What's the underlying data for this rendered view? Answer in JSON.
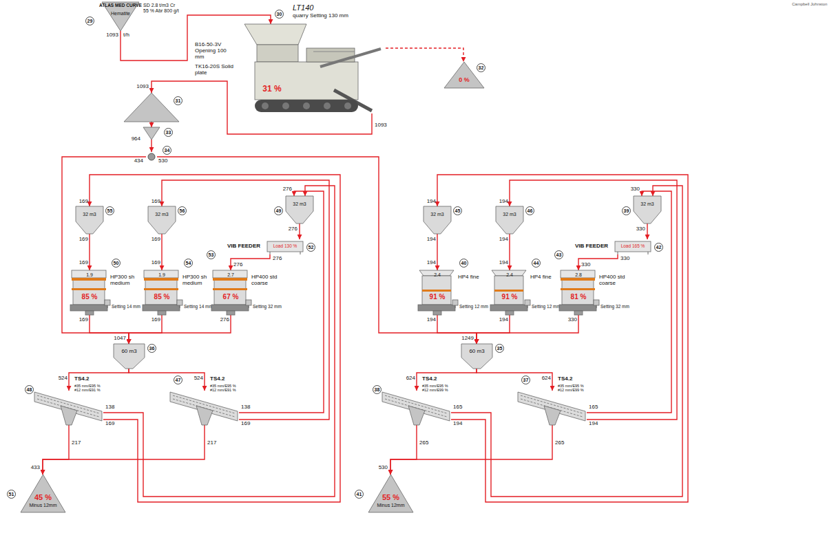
{
  "diagram": {
    "nodes": [
      {
        "text": [
          "ATLAS MED CURVE",
          "SD 2.8 t/m3 Cr 55 % Abr 800 g/t",
          "Hematite"
        ]
      },
      {
        "text": [
          "LT140",
          "quarry Setting 130 mm",
          "B16-50-3V Opening 100 mm",
          "TK16-20S Solid plate",
          "31 %"
        ]
      },
      {
        "text": [
          "0 %"
        ]
      },
      {
        "text": [
          "1093"
        ]
      },
      {
        "text": [
          "964"
        ]
      },
      {
        "text": [
          "434",
          "530"
        ]
      },
      {
        "text": [
          "32 m3"
        ]
      },
      {
        "text": [
          "32 m3"
        ]
      },
      {
        "text": [
          "32 m3"
        ]
      },
      {
        "text": [
          "VIB FEEDER",
          "Load 130 %"
        ]
      },
      {
        "text": [
          "HP300 sh medium",
          "1.9",
          "85 %",
          "Setting 14 mm"
        ]
      },
      {
        "text": [
          "HP300 sh medium",
          "1.9",
          "85 %",
          "Setting 14 mm"
        ]
      },
      {
        "text": [
          "HP400 std coarse",
          "2.7",
          "67 %",
          "Setting 32 mm"
        ]
      },
      {
        "text": [
          "60 m3"
        ]
      },
      {
        "text": [
          "TS4.2",
          "#35 mm/E95 %",
          "#12 mm/E91 %"
        ]
      },
      {
        "text": [
          "TS4.2",
          "#35 mm/E95 %",
          "#12 mm/E91 %"
        ]
      },
      {
        "text": [
          "45 %",
          "Minus 12mm"
        ]
      },
      {
        "text": [
          "32 m3"
        ]
      },
      {
        "text": [
          "32 m3"
        ]
      },
      {
        "text": [
          "32 m3"
        ]
      },
      {
        "text": [
          "VIB FEEDER",
          "Load 165 %"
        ]
      },
      {
        "text": [
          "HP4 fine",
          "2.4",
          "91 %",
          "Setting 12 mm"
        ]
      },
      {
        "text": [
          "HP4 fine",
          "2.4",
          "91 %",
          "Setting 12 mm"
        ]
      },
      {
        "text": [
          "HP400 std coarse",
          "2.8",
          "81 %",
          "Setting 32 mm"
        ]
      },
      {
        "text": [
          "60 m3"
        ]
      },
      {
        "text": [
          "TS4.2",
          "#35 mm/E95 %",
          "#12 mm/E99 %"
        ]
      },
      {
        "text": [
          "TS4.2",
          "#35 mm/E95 %",
          "#12 mm/E99 %"
        ]
      },
      {
        "text": [
          "55 %",
          "Minus 12mm"
        ]
      }
    ],
    "edges": [
      {
        "from": 0,
        "to": 1,
        "arrow": "to"
      },
      {
        "from": 1,
        "to": 2,
        "arrow": "to"
      },
      {
        "from": 1,
        "to": 3,
        "arrow": "to"
      },
      {
        "from": 3,
        "to": 4,
        "arrow": "to"
      },
      {
        "from": 4,
        "to": 5,
        "arrow": "to"
      },
      {
        "from": 5,
        "to": 13,
        "arrow": "to"
      },
      {
        "from": 5,
        "to": 24,
        "arrow": "to"
      },
      {
        "from": 6,
        "to": 10,
        "arrow": "to"
      },
      {
        "from": 7,
        "to": 11,
        "arrow": "to"
      },
      {
        "from": 8,
        "to": 9,
        "arrow": "to"
      },
      {
        "from": 9,
        "to": 12,
        "arrow": "to"
      },
      {
        "from": 10,
        "to": 13,
        "arrow": "to"
      },
      {
        "from": 11,
        "to": 13,
        "arrow": "to"
      },
      {
        "from": 12,
        "to": 13,
        "arrow": "to"
      },
      {
        "from": 13,
        "to": 14,
        "arrow": "to"
      },
      {
        "from": 13,
        "to": 15,
        "arrow": "to"
      },
      {
        "from": 14,
        "to": 16,
        "arrow": "to"
      },
      {
        "from": 15,
        "to": 16,
        "arrow": "to"
      },
      {
        "from": 14,
        "to": 6,
        "arrow": "to"
      },
      {
        "from": 14,
        "to": 8,
        "arrow": "to"
      },
      {
        "from": 15,
        "to": 7,
        "arrow": "to"
      },
      {
        "from": 15,
        "to": 8,
        "arrow": "to"
      },
      {
        "from": 17,
        "to": 21,
        "arrow": "to"
      },
      {
        "from": 18,
        "to": 22,
        "arrow": "to"
      },
      {
        "from": 19,
        "to": 20,
        "arrow": "to"
      },
      {
        "from": 20,
        "to": 23,
        "arrow": "to"
      },
      {
        "from": 21,
        "to": 24,
        "arrow": "to"
      },
      {
        "from": 22,
        "to": 24,
        "arrow": "to"
      },
      {
        "from": 23,
        "to": 24,
        "arrow": "to"
      },
      {
        "from": 24,
        "to": 25,
        "arrow": "to"
      },
      {
        "from": 24,
        "to": 26,
        "arrow": "to"
      },
      {
        "from": 25,
        "to": 27,
        "arrow": "to"
      },
      {
        "from": 26,
        "to": 27,
        "arrow": "to"
      },
      {
        "from": 25,
        "to": 17,
        "arrow": "to"
      },
      {
        "from": 25,
        "to": 19,
        "arrow": "to"
      },
      {
        "from": 26,
        "to": 18,
        "arrow": "to"
      },
      {
        "from": 26,
        "to": 19,
        "arrow": "to"
      }
    ],
    "labels": [
      "Campbell Johnston",
      "29",
      "1093",
      "t/h",
      "30",
      "32",
      "1093",
      "31",
      "33",
      "34",
      "55",
      "169",
      "169",
      "56",
      "169",
      "169",
      "49",
      "276",
      "276",
      "52",
      "276",
      "50",
      "169",
      "169",
      "54",
      "169",
      "169",
      "53",
      "276",
      "276",
      "1047",
      "36",
      "524",
      "524",
      "48",
      "138",
      "169",
      "217",
      "47",
      "138",
      "169",
      "217",
      "433",
      "51",
      "45",
      "194",
      "194",
      "46",
      "194",
      "194",
      "39",
      "330",
      "330",
      "42",
      "330",
      "40",
      "194",
      "194",
      "44",
      "194",
      "194",
      "43",
      "330",
      "330",
      "1249",
      "35",
      "624",
      "624",
      "38",
      "165",
      "194",
      "265",
      "37",
      "165",
      "194",
      "265",
      "530",
      "41"
    ]
  }
}
